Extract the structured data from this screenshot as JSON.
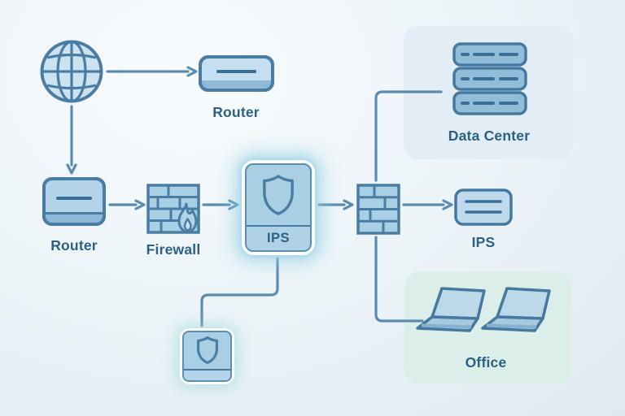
{
  "diagram": {
    "nodes": [
      {
        "id": "internet-globe",
        "type": "globe",
        "label": ""
      },
      {
        "id": "router-top",
        "type": "router",
        "label": "Router"
      },
      {
        "id": "router-edge",
        "type": "router",
        "label": "Router"
      },
      {
        "id": "firewall-perimeter",
        "type": "firewall-flame",
        "label": "Firewall"
      },
      {
        "id": "ips-main",
        "type": "ips-appliance",
        "label": "IPS",
        "highlighted": true
      },
      {
        "id": "firewall-internal",
        "type": "firewall",
        "label": ""
      },
      {
        "id": "data-center",
        "type": "server-stack",
        "label": "Data Center"
      },
      {
        "id": "ips-sensor",
        "type": "network-device",
        "label": "IPS"
      },
      {
        "id": "office",
        "type": "laptops",
        "label": "Office"
      },
      {
        "id": "shield-device",
        "type": "shield-device",
        "label": "",
        "highlighted": true
      }
    ],
    "edges": [
      {
        "from": "internet-globe",
        "to": "router-top",
        "arrow": true
      },
      {
        "from": "internet-globe",
        "to": "router-edge",
        "arrow": true
      },
      {
        "from": "router-edge",
        "to": "firewall-perimeter",
        "arrow": true
      },
      {
        "from": "firewall-perimeter",
        "to": "ips-main",
        "arrow": true
      },
      {
        "from": "ips-main",
        "to": "firewall-internal",
        "arrow": true
      },
      {
        "from": "firewall-internal",
        "to": "data-center",
        "arrow": false
      },
      {
        "from": "firewall-internal",
        "to": "ips-sensor",
        "arrow": true
      },
      {
        "from": "firewall-internal",
        "to": "office",
        "arrow": false
      },
      {
        "from": "ips-main",
        "to": "shield-device",
        "arrow": false
      }
    ]
  },
  "colors": {
    "background_light": "#f8fbfd",
    "background_dark": "#dfe9f0",
    "node_stroke": "#4a7da3",
    "node_fill_light": "#c5def0",
    "node_fill_mid": "#a9cfe5",
    "node_fill_dark": "#92bdd8",
    "device_band": "#8fb9d6",
    "connector": "#5b8cb0",
    "label_text": "#2d6086",
    "panel_datacenter": "#e2edf6",
    "panel_office": "#dceee9",
    "highlight_border": "#ffffff",
    "highlight_glow": "#96d0e6"
  }
}
